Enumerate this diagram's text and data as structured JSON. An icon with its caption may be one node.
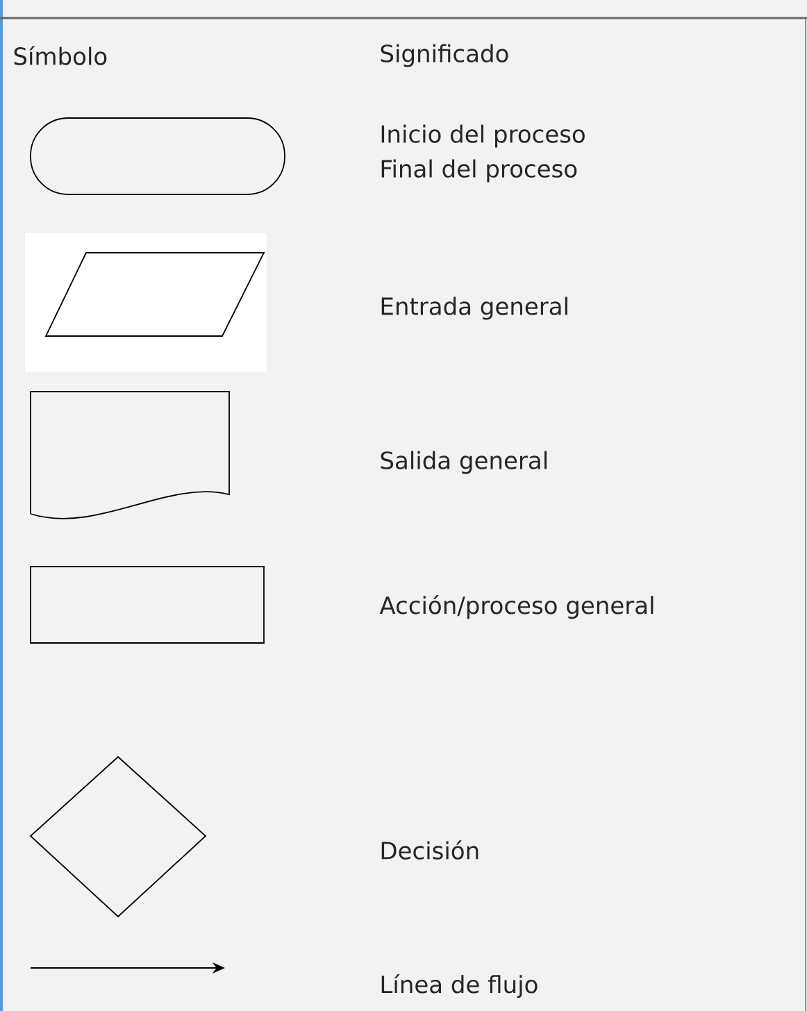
{
  "diagram": {
    "nodes": [
      {
        "text": [],
        "shape": "terminal"
      },
      {
        "text": [],
        "shape": "parallelogram"
      },
      {
        "text": [],
        "shape": "document"
      },
      {
        "text": [],
        "shape": "box"
      },
      {
        "text": [],
        "shape": "diamond"
      }
    ],
    "labels": [
      "Símbolo",
      "Significado",
      "Inicio del proceso",
      "Final del proceso",
      "Entrada general",
      "Salida general",
      "Acción/proceso general",
      "Decisión",
      "Línea de flujo"
    ]
  }
}
